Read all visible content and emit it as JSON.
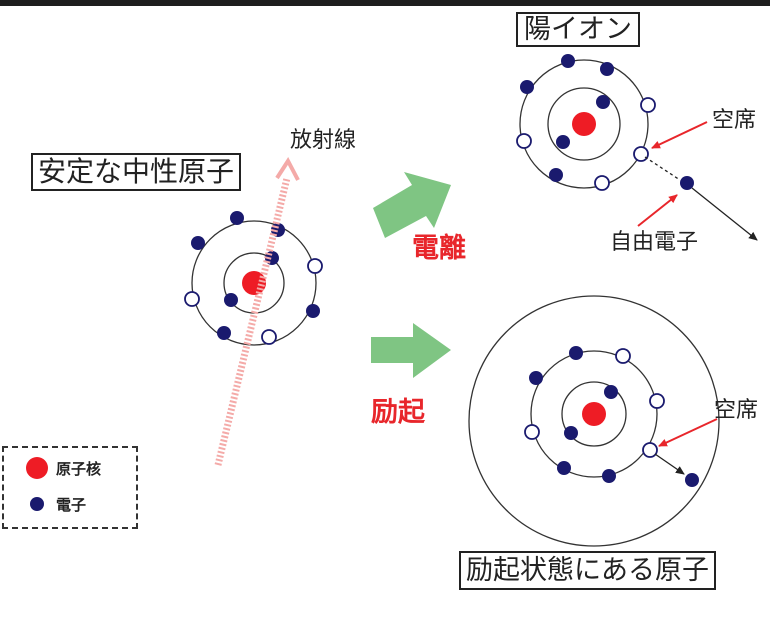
{
  "labels": {
    "stable_atom": "安定な中性原子",
    "radiation": "放射線",
    "ionization": "電離",
    "excitation": "励起",
    "positive_ion": "陽イオン",
    "vacancy_top": "空席",
    "free_electron": "自由電子",
    "vacancy_bottom": "空席",
    "excited_atom": "励起状態にある原子"
  },
  "legend": {
    "nucleus": "原子核",
    "electron": "電子"
  },
  "colors": {
    "nucleus": "#ee1c25",
    "electron": "#1a1a6e",
    "vacancy": "#1a1a6e",
    "process_arrow": "#7fc583",
    "process_text": "#e8262b",
    "pointer": "#e8262b",
    "radiation": "#f4aaa8"
  }
}
